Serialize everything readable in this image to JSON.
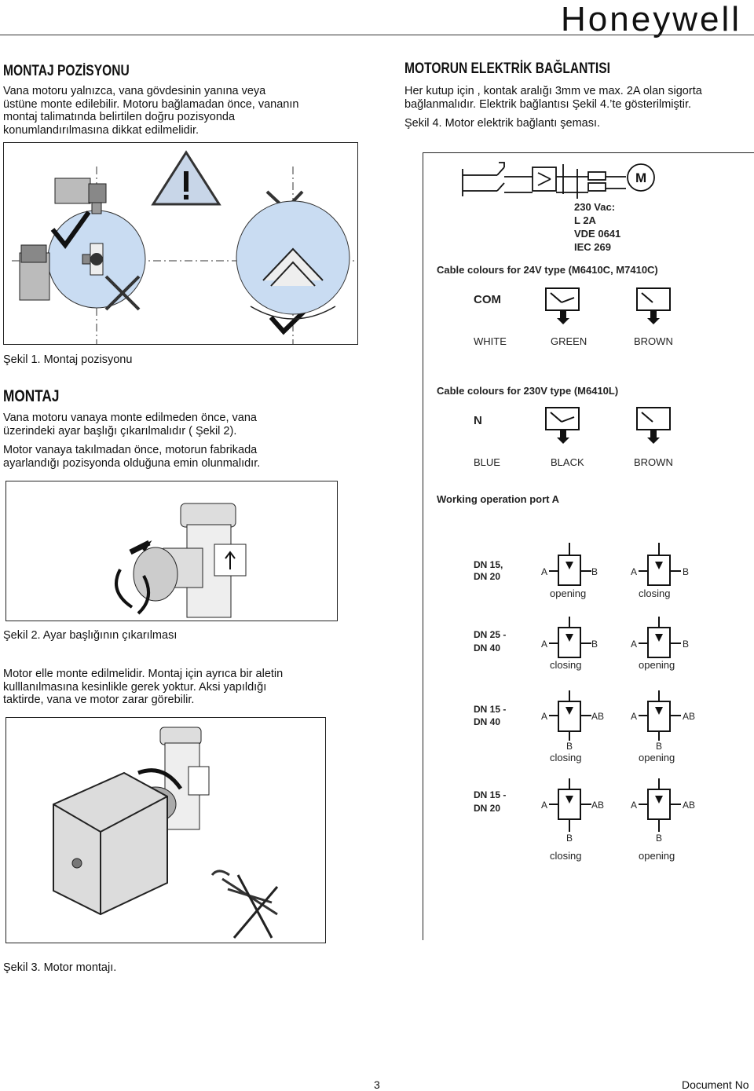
{
  "header": {
    "brand": "Honeywell"
  },
  "left": {
    "montaj_pozisyonu": {
      "title": "MONTAJ POZİSYONU",
      "text": "Vana motoru yalnızca, vana gövdesinin yanına veya\nüstüne monte edilebilir. Motoru bağlamadan önce, vananın\nmontaj talimatında belirtilen doğru pozisyonda\nkonumlandırılmasına dikkat edilmelidir."
    },
    "fig1_caption": "Şekil 1. Montaj pozisyonu",
    "montaj": {
      "title": "MONTAJ",
      "text1": "Vana motoru vanaya monte edilmeden önce, vana\nüzerindeki ayar başlığı çıkarılmalıdır ( Şekil 2).",
      "text2": "Motor vanaya takılmadan önce, motorun fabrikada\nayarlandığı pozisyonda olduğuna emin olunmalıdır."
    },
    "fig2_caption": "Şekil 2. Ayar başlığının çıkarılması",
    "motor_text": "Motor elle monte edilmelidir. Montaj için ayrıca bir aletin\nkulllanılmasına kesinlikle gerek yoktur. Aksi yapıldığı\ntaktirde, vana ve motor zarar görebilir.",
    "fig3_caption": "Şekil 3. Motor montajı."
  },
  "right": {
    "title": "MOTORUN ELEKTRİK BAĞLANTISI",
    "text": "Her kutup için , kontak aralığı 3mm ve max. 2A olan sigorta\nbağlanmalıdır. Elektrik bağlantısı Şekil 4.’te gösterilmiştir.",
    "fig4_caption": "Şekil 4. Motor elektrik bağlantı şeması.",
    "diagram": {
      "motor_symbol": "M",
      "spec": [
        "230 Vac:",
        "L 2A",
        "VDE 0641",
        "IEC 269"
      ],
      "cable24_title": "Cable colours for 24V type (M6410C, M7410C)",
      "cable24_com": "COM",
      "cable24_colors": [
        "WHITE",
        "GREEN",
        "BROWN"
      ],
      "cable230_title": "Cable colours for 230V type (M6410L)",
      "cable230_n": "N",
      "cable230_colors": [
        "BLUE",
        "BLACK",
        "BROWN"
      ],
      "working_title": "Working operation port A",
      "rows": [
        {
          "dn1": "DN 15,",
          "dn2": "DN 20",
          "left_ports": [
            "A",
            "B"
          ],
          "right_ports": [
            "A",
            "B"
          ],
          "left_label": "opening",
          "right_label": "closing"
        },
        {
          "dn1": "DN 25 -",
          "dn2": "DN 40",
          "left_ports": [
            "A",
            "B"
          ],
          "right_ports": [
            "A",
            "B"
          ],
          "left_label": "closing",
          "right_label": "opening"
        },
        {
          "dn1": "DN 15 -",
          "dn2": "DN 40",
          "left_ports": [
            "A",
            "AB",
            "B"
          ],
          "right_ports": [
            "A",
            "AB",
            "B"
          ],
          "left_label": "closing",
          "right_label": "opening"
        },
        {
          "dn1": "DN 15 -",
          "dn2": "DN 20",
          "left_ports": [
            "A",
            "AB",
            "B"
          ],
          "right_ports": [
            "A",
            "AB",
            "B"
          ],
          "left_label": "closing",
          "right_label": "opening"
        }
      ]
    }
  },
  "footer": {
    "page": "3",
    "doc": "Document No"
  }
}
